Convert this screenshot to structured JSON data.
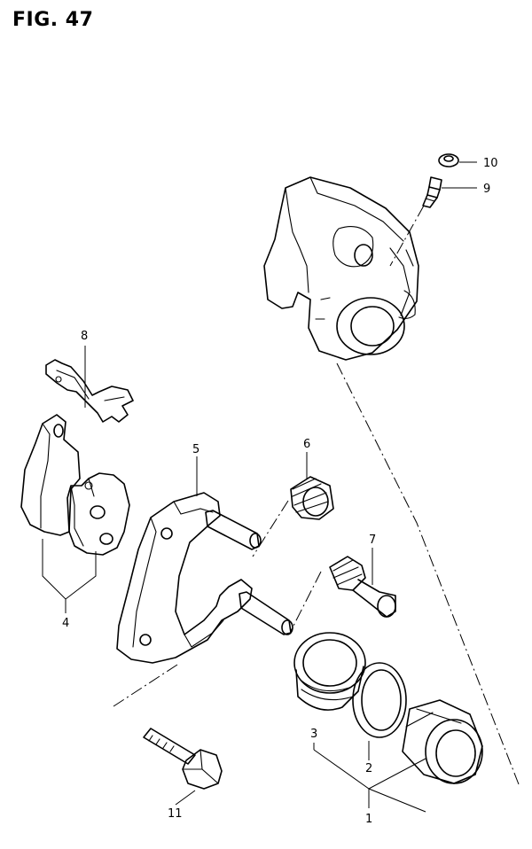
{
  "figure": {
    "title": "FIG. 47"
  },
  "callouts": {
    "c1": "1",
    "c2": "2",
    "c3": "3",
    "c4": "4",
    "c5": "5",
    "c6": "6",
    "c7": "7",
    "c8": "8",
    "c9": "9",
    "c10": "10",
    "c11": "11"
  },
  "icons": {
    "caliper_body": "caliper-body-icon",
    "bleeder_cap": "bleeder-cap-icon",
    "bleeder_valve": "bleeder-valve-icon",
    "pad_spring": "pad-spring-icon",
    "brake_pads": "brake-pads-icon",
    "caliper_bracket": "caliper-bracket-icon",
    "pin_boot": "pin-boot-icon",
    "slide_pin_boot": "slide-pin-boot-icon",
    "dust_seal": "dust-seal-icon",
    "piston_seal": "piston-seal-icon",
    "piston": "piston-icon",
    "mounting_bolt": "mounting-bolt-icon"
  }
}
